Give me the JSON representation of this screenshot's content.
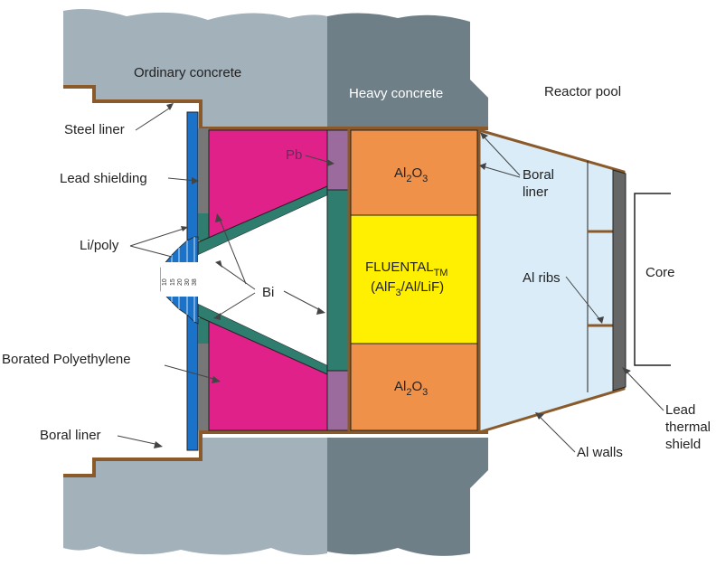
{
  "regions": {
    "ordinary_concrete": "Ordinary concrete",
    "heavy_concrete": "Heavy concrete",
    "reactor_pool": "Reactor pool"
  },
  "labels": {
    "steel_liner": "Steel liner",
    "lead_shielding": "Lead shielding",
    "li_poly": "Li/poly",
    "bi": "Bi",
    "borated_polyethylene": "Borated Polyethylene",
    "boral_liner_left": "Boral liner",
    "pb": "Pb",
    "al2o3_top": {
      "base": "Al",
      "sub1": "2",
      "mid": "O",
      "sub2": "3"
    },
    "al2o3_bottom": {
      "base": "Al",
      "sub1": "2",
      "mid": "O",
      "sub2": "3"
    },
    "fluental": {
      "base": "FLUENTAL",
      "sub": "TM"
    },
    "fluental_composition": {
      "part1": "(AlF",
      "sub": "3",
      "part2": "/Al/LiF)"
    },
    "boral_liner_right_line1": "Boral",
    "boral_liner_right_line2": "liner",
    "al_ribs": "Al ribs",
    "core": "Core",
    "al_walls": "Al walls",
    "lead_thermal_shield_line1": "Lead",
    "lead_thermal_shield_line2": "thermal",
    "lead_thermal_shield_line3": "shield"
  },
  "aperture_scale": [
    "10",
    "15",
    "20",
    "30",
    "38"
  ],
  "colors": {
    "ordinary_concrete": "#a3b1ba",
    "heavy_concrete": "#6f7f88",
    "borated_polyethylene": "#e0218a",
    "al2o3": "#f0914a",
    "fluental": "#ffef00",
    "bismuth": "#2e7d6e",
    "lead": "#9b6b9e",
    "li_poly": "#1a73c8",
    "reactor_pool_liner": "#d9ecf8",
    "liner_brown": "#8a5a2a"
  }
}
